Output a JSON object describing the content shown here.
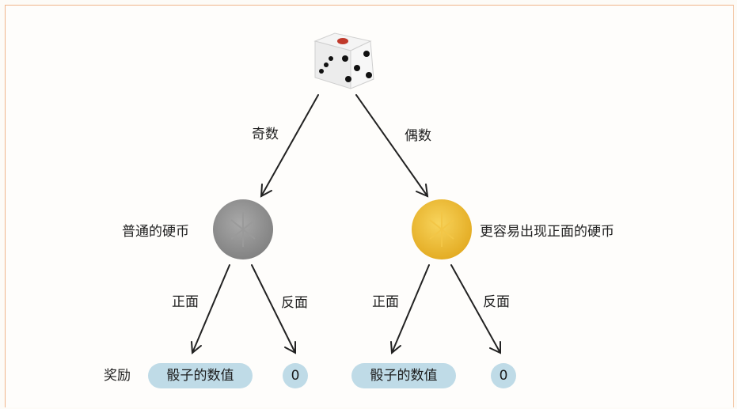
{
  "edges": {
    "odd": "奇数",
    "even": "偶数",
    "heads_left": "正面",
    "tails_left": "反面",
    "heads_right": "正面",
    "tails_right": "反面"
  },
  "nodes": {
    "normal_coin": "普通的硬币",
    "biased_coin": "更容易出现正面的硬币"
  },
  "rewards": {
    "row_label": "奖励",
    "left_heads": "骰子的数值",
    "left_tails": "0",
    "right_heads": "骰子的数值",
    "right_tails": "0"
  },
  "colors": {
    "normal_coin": "#8e8e8e",
    "biased_coin": "#e7b52b",
    "pill": "#bfdbe7",
    "die_pip_one": "#c0392b",
    "border": "#f0b48a"
  }
}
